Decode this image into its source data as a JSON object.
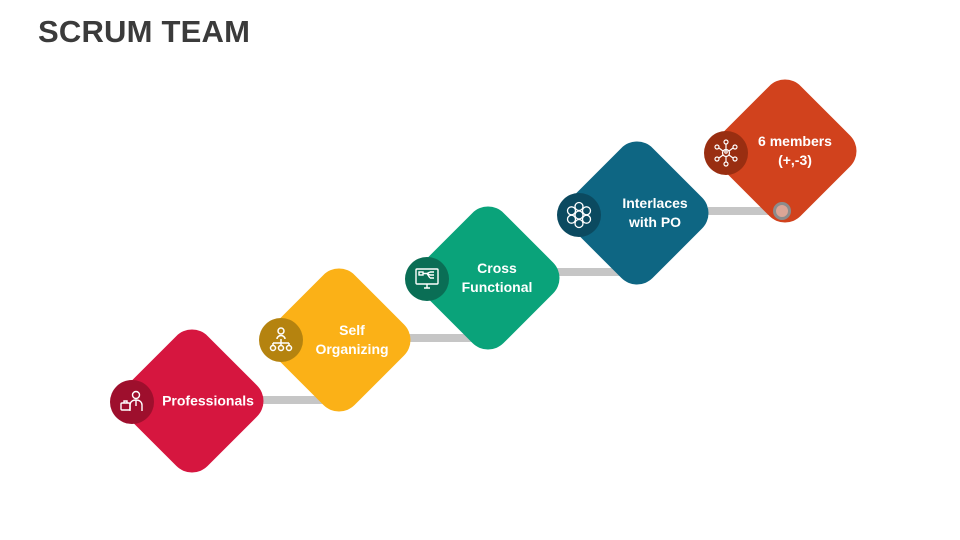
{
  "title": "SCRUM TEAM",
  "steps": [
    {
      "label": "Professionals",
      "icon": "professionals-icon",
      "color": "#d6163f",
      "dark": "#9e0f2d",
      "dot": "#e6b7bd"
    },
    {
      "label": "Self\nOrganizing",
      "icon": "hierarchy-icon",
      "color": "#fbb117",
      "dark": "#b5830f",
      "dot": "#efd28a"
    },
    {
      "label": "Cross\nFunctional",
      "icon": "monitor-flow-icon",
      "color": "#0aa37a",
      "dark": "#0a6e55",
      "dot": "#9cc9bb"
    },
    {
      "label": "Interlaces\nwith PO",
      "icon": "network-circles-icon",
      "color": "#0e6683",
      "dark": "#0b4a60",
      "dot": "#a4bcc6"
    },
    {
      "label": "6 members\n(+,-3)",
      "icon": "team-network-icon",
      "color": "#d1421d",
      "dark": "#992e11",
      "dot": "#dba596"
    }
  ]
}
